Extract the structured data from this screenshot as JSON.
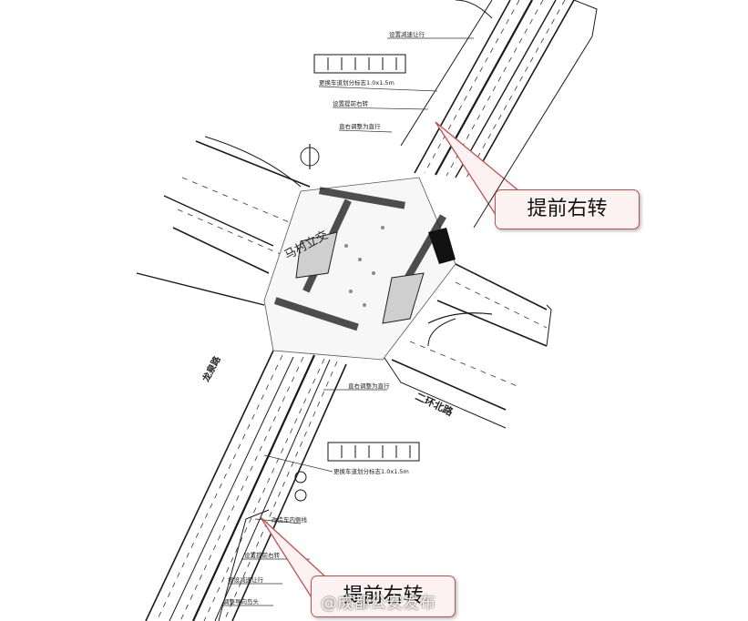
{
  "roads": {
    "west_road_name": "龙泉路",
    "east_road_name": "二环北路",
    "ring_text": "马村立交"
  },
  "annotations": {
    "north_slow_down": "设置减速让行",
    "north_sign_size": "更换车道划分标志1.0x1.5m",
    "north_prior_right": "设置提前右转",
    "north_direct_lane": "直右调整为直行",
    "south_direct_lane": "直右调整为直行",
    "south_sign_size": "更换车道划分标志1.0x1.5m",
    "south_lane_side": "改造车内侧线",
    "south_prior_right": "设置提前右转",
    "south_slow_down": "增设减速让行",
    "south_island": "调整导向岛头"
  },
  "callouts": {
    "top": "提前右转",
    "bottom": "提前右转"
  },
  "watermark": "@成都公安发布",
  "colors": {
    "callout_border": "#c0504d",
    "callout_fill": "#fdf2f2",
    "line": "#1a1a1a"
  }
}
